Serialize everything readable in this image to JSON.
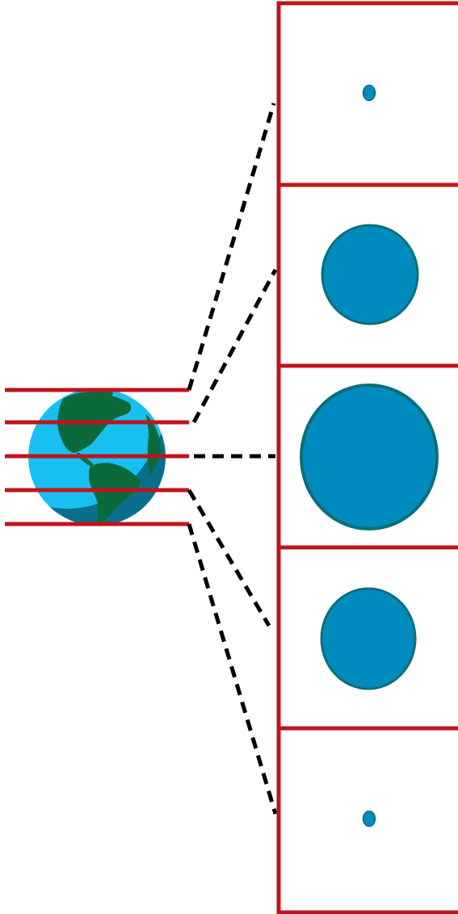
{
  "diagram": {
    "colors": {
      "panel_border": "#c0141c",
      "slice_line": "#c0141c",
      "connector": "#000000",
      "cross_section_fill": "#008bbf",
      "cross_section_stroke": "#0a6f7a",
      "ocean": "#18c0f2",
      "ocean_shadow": "#0a6f8c",
      "land": "#0a6a3c"
    },
    "globe": {
      "icon": "earth-globe-icon"
    },
    "slices": [
      {
        "relative_size": 0.07,
        "shape": "small-dot"
      },
      {
        "relative_size": 0.7,
        "shape": "circle"
      },
      {
        "relative_size": 1.0,
        "shape": "circle"
      },
      {
        "relative_size": 0.69,
        "shape": "circle"
      },
      {
        "relative_size": 0.07,
        "shape": "small-dot"
      }
    ]
  }
}
